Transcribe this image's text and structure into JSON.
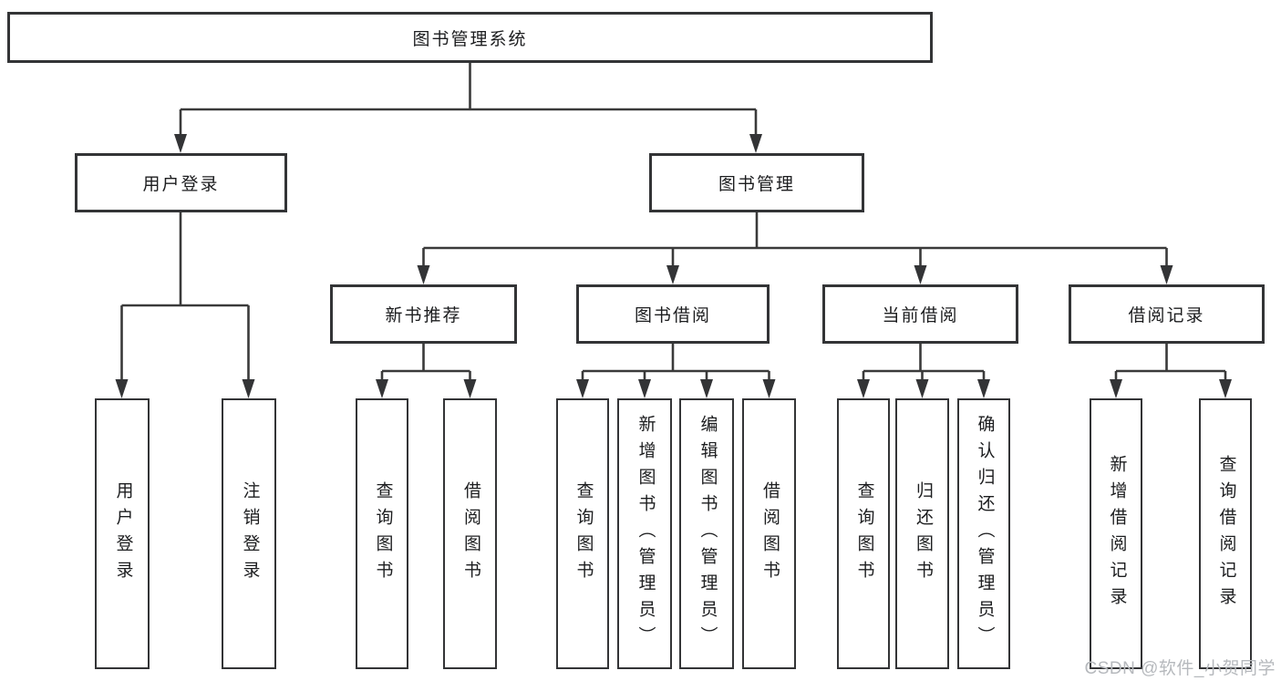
{
  "diagram": {
    "title": "图书管理系统",
    "nodes": {
      "root": "图书管理系统",
      "user_login": "用户登录",
      "book_mgmt": "图书管理",
      "new_rec": "新书推荐",
      "book_borrow": "图书借阅",
      "current_borrow": "当前借阅",
      "borrow_records": "借阅记录",
      "leaf_user_login": "用户登录",
      "leaf_logout": "注销登录",
      "leaf_rec_query": "查询图书",
      "leaf_rec_borrow": "借阅图书",
      "leaf_bb_query": "查询图书",
      "leaf_bb_add": "新增图书（管理员）",
      "leaf_bb_edit": "编辑图书（管理员）",
      "leaf_bb_borrow": "借阅图书",
      "leaf_cur_query": "查询图书",
      "leaf_cur_return": "归还图书",
      "leaf_cur_confirm": "确认归还（管理员）",
      "leaf_records_add": "新增借阅记录",
      "leaf_records_query": "查询借阅记录"
    },
    "hierarchy": {
      "图书管理系统": {
        "用户登录": [
          "用户登录",
          "注销登录"
        ],
        "图书管理": {
          "新书推荐": [
            "查询图书",
            "借阅图书"
          ],
          "图书借阅": [
            "查询图书",
            "新增图书（管理员）",
            "编辑图书（管理员）",
            "借阅图书"
          ],
          "当前借阅": [
            "查询图书",
            "归还图书",
            "确认归还（管理员）"
          ],
          "借阅记录": [
            "新增借阅记录",
            "查询借阅记录"
          ]
        }
      }
    },
    "line_color": "#3a3a3a",
    "text_color": "#1c1d1f"
  },
  "watermark": {
    "text": "CSDN @软件_小贺同学",
    "color": "#b6b9bd"
  }
}
